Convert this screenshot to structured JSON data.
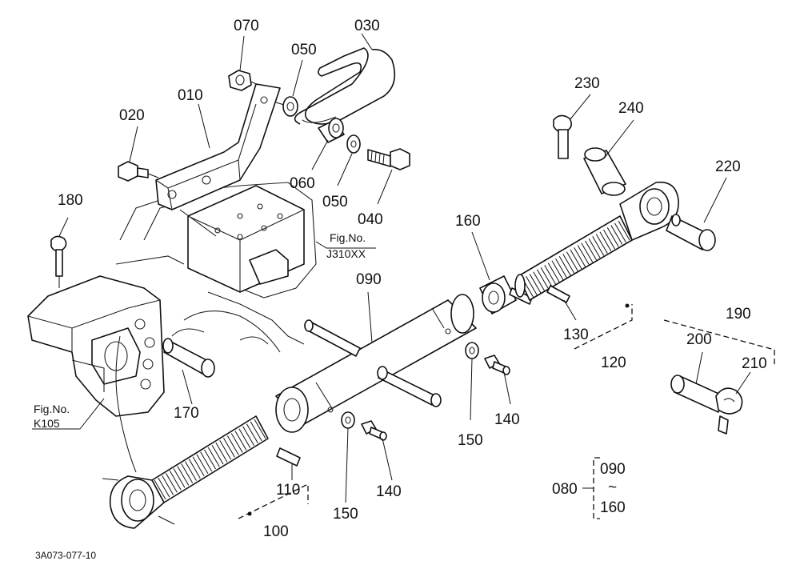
{
  "callouts": {
    "p010": "010",
    "p020": "020",
    "p030": "030",
    "p040": "040",
    "p050a": "050",
    "p050b": "050",
    "p060": "060",
    "p070": "070",
    "p080": "080",
    "p090": "090",
    "p100": "100",
    "p110": "110",
    "p120": "120",
    "p130": "130",
    "p140a": "140",
    "p140b": "140",
    "p150a": "150",
    "p150b": "150",
    "p160": "160",
    "p170": "170",
    "p180": "180",
    "p190": "190",
    "p200": "200",
    "p210": "210",
    "p220": "220",
    "p230": "230",
    "p240": "240"
  },
  "set_080": {
    "from": "090",
    "tilde": "~",
    "to": "160"
  },
  "refs": {
    "j310_fig": "Fig.No.",
    "j310_no": "J310XX",
    "k105_fig": "Fig.No.",
    "k105_no": "K105"
  },
  "drawing_code": "3A073-077-10"
}
